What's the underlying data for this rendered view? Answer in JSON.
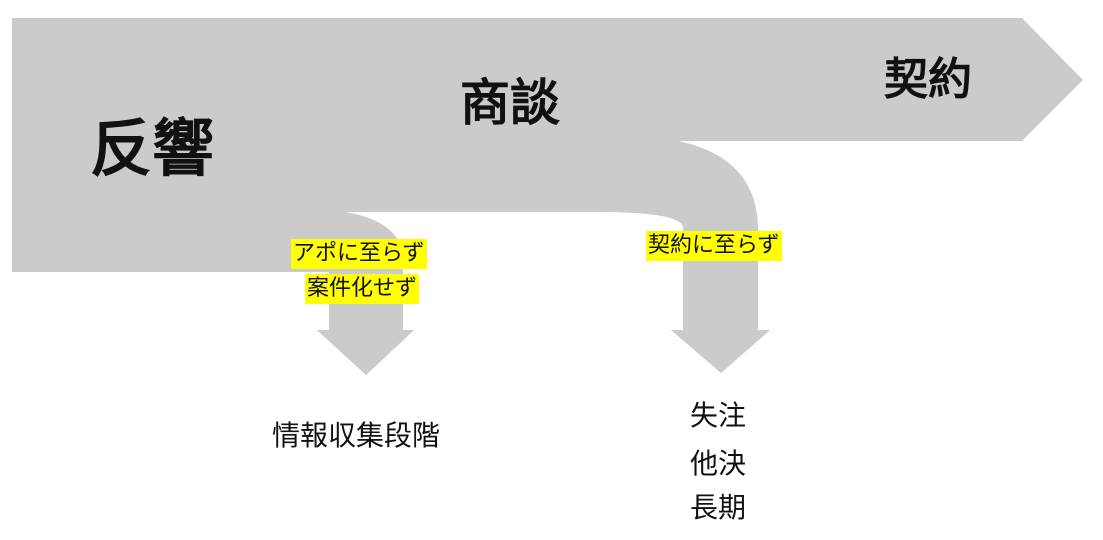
{
  "stages": {
    "response": "反響",
    "negotiation": "商談",
    "contract": "契約"
  },
  "branches": {
    "no_appointment": {
      "label_line1": "アポに至らず",
      "label_line2": "案件化せず",
      "outcome": "情報収集段階"
    },
    "no_contract": {
      "label": "契約に至らず",
      "outcomes": [
        "失注",
        "他決",
        "長期"
      ]
    }
  },
  "colors": {
    "flow_fill": "#cbcbcb",
    "highlight": "#ffff00",
    "text": "#111111",
    "background": "#ffffff"
  }
}
